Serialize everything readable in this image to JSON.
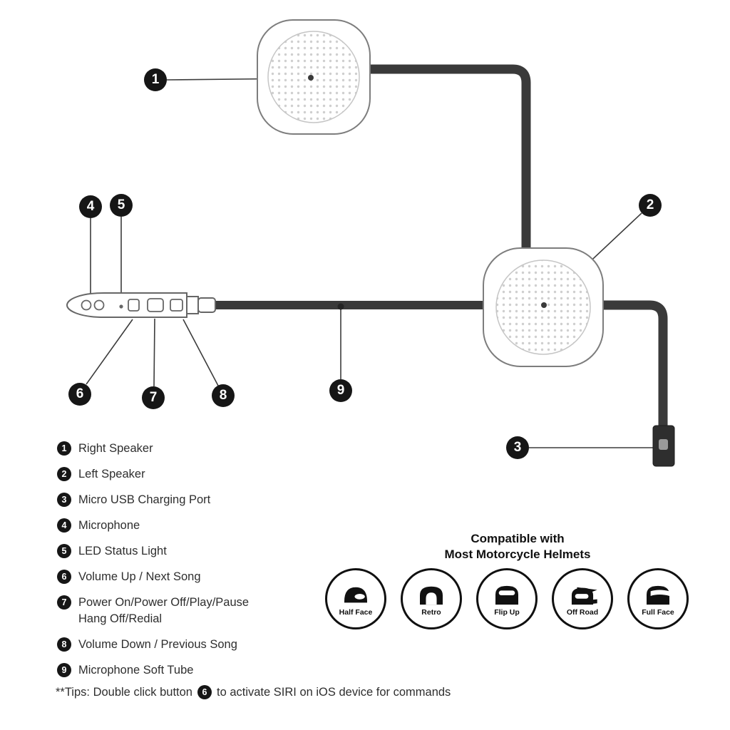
{
  "diagram": {
    "callouts": [
      "1",
      "2",
      "3",
      "4",
      "5",
      "6",
      "7",
      "8",
      "9"
    ]
  },
  "legend": {
    "items": [
      {
        "num": "1",
        "label": "Right Speaker"
      },
      {
        "num": "2",
        "label": "Left Speaker"
      },
      {
        "num": "3",
        "label": "Micro USB Charging Port"
      },
      {
        "num": "4",
        "label": "Microphone"
      },
      {
        "num": "5",
        "label": "LED Status Light"
      },
      {
        "num": "6",
        "label": "Volume Up / Next Song"
      },
      {
        "num": "7",
        "label": "Power On/Power Off/Play/Pause",
        "label2": "Hang Off/Redial"
      },
      {
        "num": "8",
        "label": "Volume Down / Previous Song"
      },
      {
        "num": "9",
        "label": "Microphone Soft Tube"
      }
    ]
  },
  "compat": {
    "title_line1": "Compatible with",
    "title_line2": "Most Motorcycle Helmets",
    "helmets": [
      {
        "label": "Half Face"
      },
      {
        "label": "Retro"
      },
      {
        "label": "Flip Up"
      },
      {
        "label": "Off Road"
      },
      {
        "label": "Full Face"
      }
    ]
  },
  "tips": {
    "prefix": "**Tips: Double click button",
    "badge": "6",
    "suffix": "to activate SIRI on iOS device for commands"
  },
  "colors": {
    "cable": "#3a3a3a",
    "ink": "#161616",
    "speaker_outline": "#7d7d7d",
    "dots": "#cfcfcf"
  }
}
